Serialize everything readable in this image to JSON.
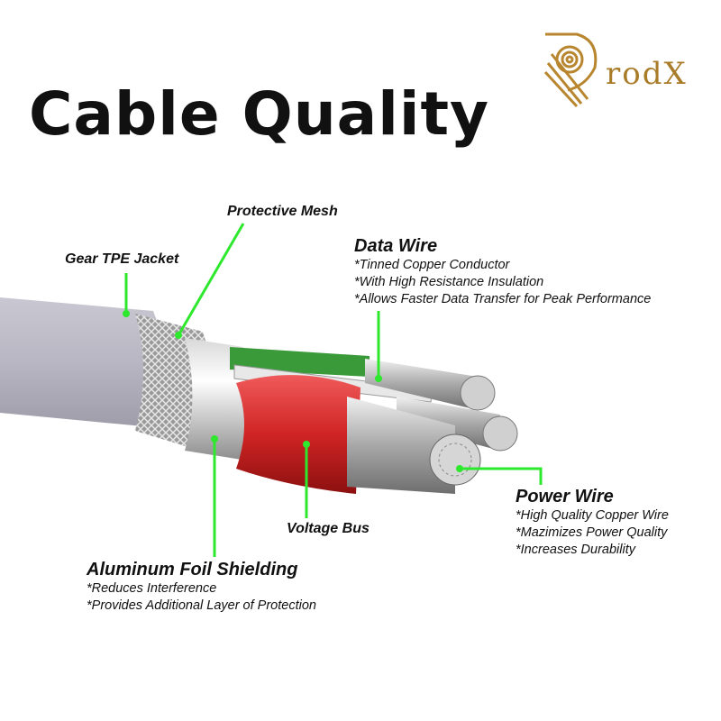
{
  "logo": {
    "text": "rodX",
    "brand": "RrodX"
  },
  "title": "Cable Quality",
  "labels": {
    "jacket": {
      "title": "Gear TPE Jacket"
    },
    "mesh": {
      "title": "Protective Mesh"
    },
    "data_wire": {
      "title": "Data Wire",
      "lines": [
        "*Tinned Copper Conductor",
        "*With High Resistance Insulation",
        "*Allows Faster Data Transfer for Peak Performance"
      ]
    },
    "power_wire": {
      "title": "Power Wire",
      "lines": [
        "*High Quality Copper Wire",
        "*Mazimizes Power Quality",
        "*Increases Durability"
      ]
    },
    "voltage_bus": {
      "title": "Voltage Bus"
    },
    "foil": {
      "title": "Aluminum Foil Shielding",
      "lines": [
        "*Reduces Interference",
        "*Provides Additional Layer of Protection"
      ]
    }
  },
  "colors": {
    "pointer": "#2ee82e",
    "jacket": "#b9b8c4",
    "red_wire": "#d62a2a",
    "green_wire": "#3a9a3a",
    "gold": "#b8862e"
  }
}
